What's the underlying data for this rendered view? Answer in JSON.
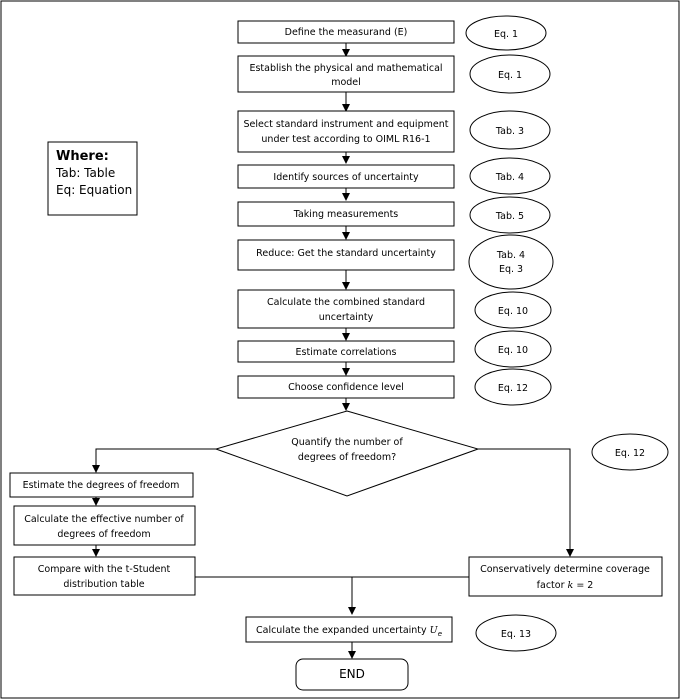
{
  "legend": {
    "title": "Where:",
    "line1": "Tab: Table",
    "line2": "Eq: Equation"
  },
  "steps": {
    "define": "Define the measurand (E)",
    "establish_1": "Establish the physical and mathematical",
    "establish_2": "model",
    "select_1": "Select standard instrument and equipment",
    "select_2": "under test according to OIML R16-1",
    "identify": "Identify sources of uncertainty",
    "taking": "Taking measurements",
    "reduce": "Reduce: Get the standard uncertainty",
    "combined_1": "Calculate the combined standard",
    "combined_2": "uncertainty",
    "correlations": "Estimate correlations",
    "confidence": "Choose confidence level",
    "decision_1": "Quantify the number of",
    "decision_2": "degrees of freedom?",
    "estimate_dof": "Estimate the degrees of freedom",
    "effective_1": "Calculate the effective number of",
    "effective_2": "degrees of freedom",
    "compare_1": "Compare with the t-Student",
    "compare_2": "distribution table",
    "conservative_1": "Conservatively determine coverage",
    "conservative_2": "factor",
    "conservative_k": "k",
    "conservative_eq": " = 2",
    "expanded": "Calculate the expanded uncertainty ",
    "expanded_u": "U",
    "expanded_sub": "e",
    "end": "END"
  },
  "refs": {
    "r1": "Eq. 1",
    "r2": "Eq. 1",
    "r3": "Tab. 3",
    "r4": "Tab. 4",
    "r5": "Tab. 5",
    "r6a": "Tab. 4",
    "r6b": "Eq. 3",
    "r7": "Eq. 10",
    "r8": "Eq. 10",
    "r9": "Eq. 12",
    "r10": "Eq. 12",
    "r11": "Eq. 13"
  }
}
